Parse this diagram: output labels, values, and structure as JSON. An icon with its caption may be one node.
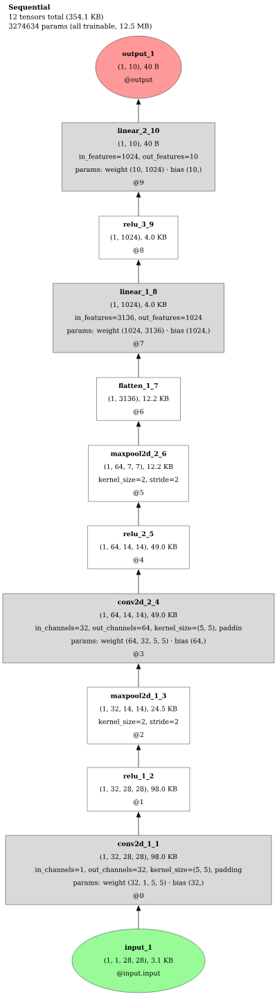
{
  "diagram": {
    "title": "Sequential",
    "nodes": [
      {
        "text": [
          "output_1",
          "(1, 10), 40 B",
          "@output"
        ]
      },
      {
        "text": [
          "linear_2_10",
          "(1, 10), 40 B",
          "in_features=1024, out_features=10",
          "params: weight (10, 1024) · bias (10,)",
          "@9"
        ]
      },
      {
        "text": [
          "relu_3_9",
          "(1, 1024), 4.0 KB",
          "@8"
        ]
      },
      {
        "text": [
          "linear_1_8",
          "(1, 1024), 4.0 KB",
          "in_features=3136, out_features=1024",
          "params: weight (1024, 3136) · bias (1024,)",
          "@7"
        ]
      },
      {
        "text": [
          "flatten_1_7",
          "(1, 3136), 12.2 KB",
          "@6"
        ]
      },
      {
        "text": [
          "maxpool2d_2_6",
          "(1, 64, 7, 7), 12.2 KB",
          "kernel_size=2, stride=2",
          "@5"
        ]
      },
      {
        "text": [
          "relu_2_5",
          "(1, 64, 14, 14), 49.0 KB",
          "@4"
        ]
      },
      {
        "text": [
          "conv2d_2_4",
          "(1, 64, 14, 14), 49.0 KB",
          "in_channels=32, out_channels=64, kernel_size=(5, 5), paddin",
          "params: weight (64, 32, 5, 5) · bias (64,)",
          "@3"
        ]
      },
      {
        "text": [
          "maxpool2d_1_3",
          "(1, 32, 14, 14), 24.5 KB",
          "kernel_size=2, stride=2",
          "@2"
        ]
      },
      {
        "text": [
          "relu_1_2",
          "(1, 32, 28, 28), 98.0 KB",
          "@1"
        ]
      },
      {
        "text": [
          "conv2d_1_1",
          "(1, 32, 28, 28), 98.0 KB",
          "in_channels=1, out_channels=32, kernel_size=(5, 5), padding",
          "params: weight (32, 1, 5, 5) · bias (32,)",
          "@0"
        ]
      },
      {
        "text": [
          "input_1",
          "(1, 1, 28, 28), 3.1 KB",
          "@input.input"
        ]
      }
    ],
    "edges": [
      {
        "from": 11,
        "to": 10,
        "arrow": "to"
      },
      {
        "from": 10,
        "to": 9,
        "arrow": "to"
      },
      {
        "from": 9,
        "to": 8,
        "arrow": "to"
      },
      {
        "from": 8,
        "to": 7,
        "arrow": "to"
      },
      {
        "from": 7,
        "to": 6,
        "arrow": "to"
      },
      {
        "from": 6,
        "to": 5,
        "arrow": "to"
      },
      {
        "from": 5,
        "to": 4,
        "arrow": "to"
      },
      {
        "from": 4,
        "to": 3,
        "arrow": "to"
      },
      {
        "from": 3,
        "to": 2,
        "arrow": "to"
      },
      {
        "from": 2,
        "to": 1,
        "arrow": "to"
      },
      {
        "from": 1,
        "to": 0,
        "arrow": "to"
      }
    ],
    "labels": [
      "12 tensors total (354.1 KB)",
      "3274634 params (all trainable, 12.5 MB)"
    ]
  }
}
